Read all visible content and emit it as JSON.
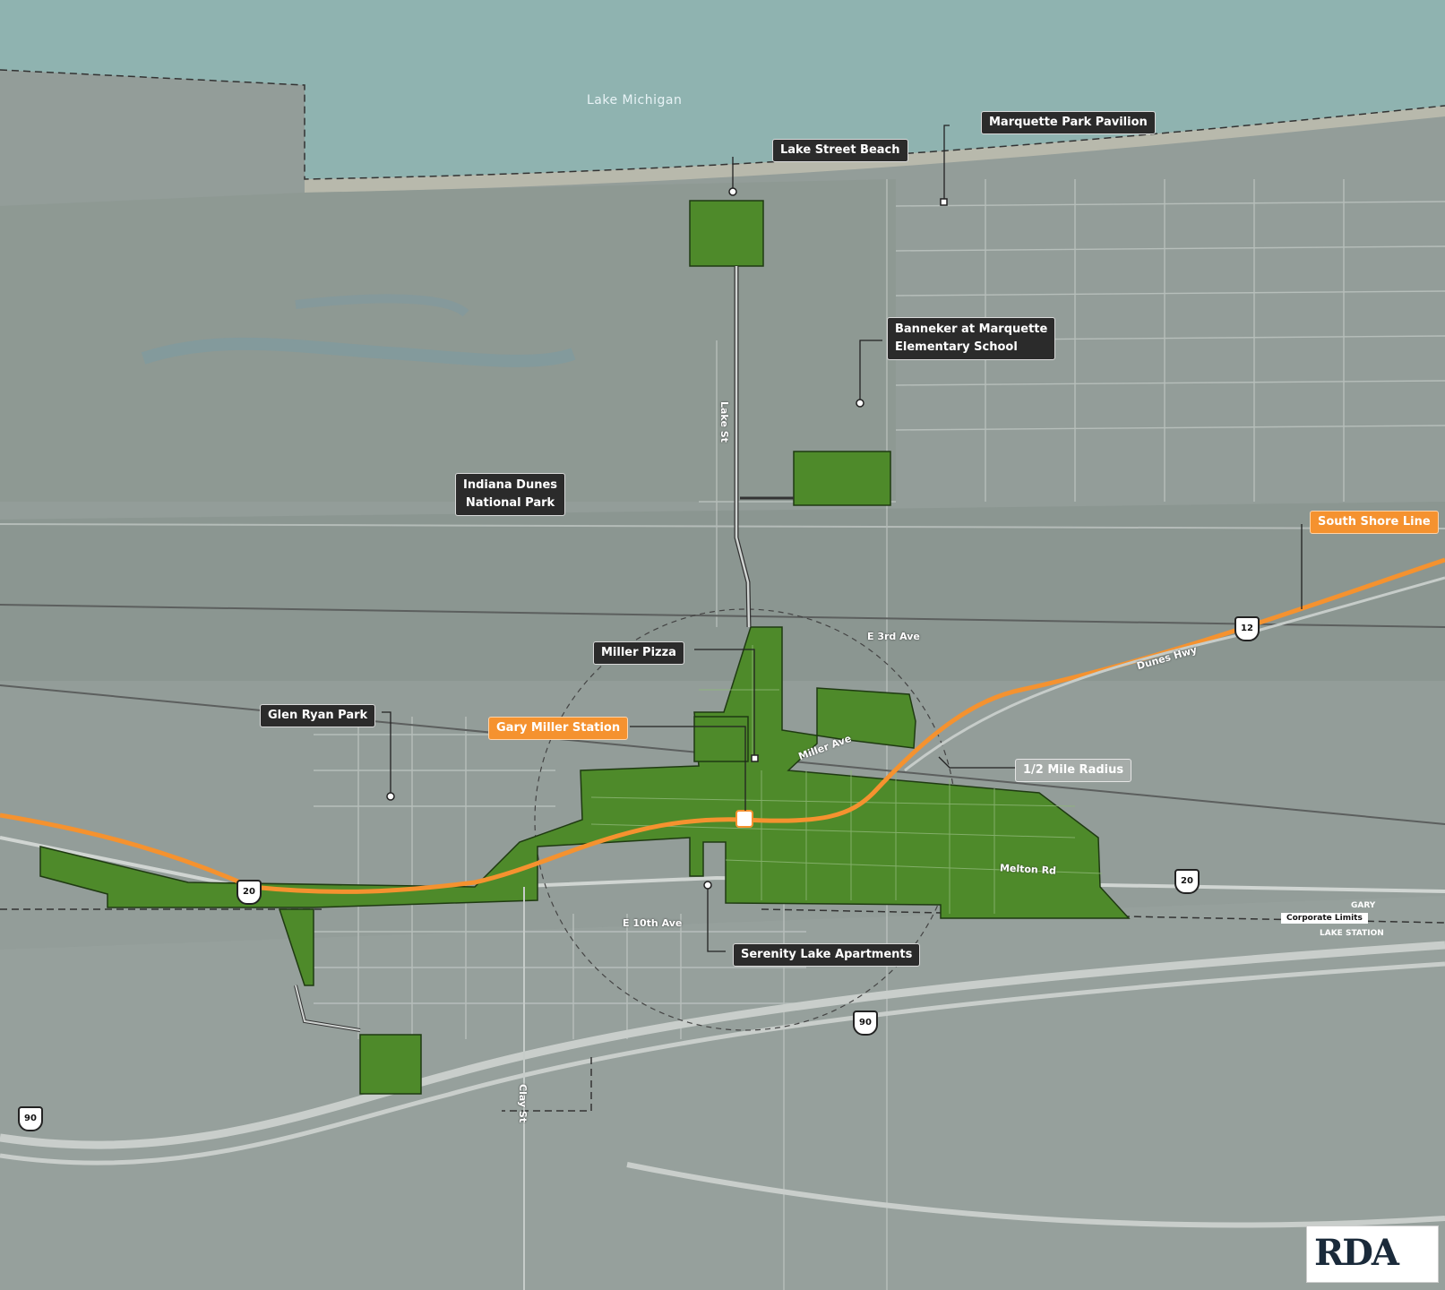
{
  "map": {
    "water_label": "Lake Michigan",
    "callouts": {
      "marquette_pavilion": "Marquette Park Pavilion",
      "lake_street_beach": "Lake Street Beach",
      "banneker_school": "Banneker at Marquette\nElementary School",
      "indiana_dunes": "Indiana Dunes\nNational Park",
      "south_shore_line": "South Shore Line",
      "miller_pizza": "Miller Pizza",
      "glen_ryan_park": "Glen Ryan Park",
      "gary_miller_station": "Gary Miller Station",
      "half_mile_radius": "1/2 Mile Radius",
      "serenity_lake": "Serenity Lake Apartments"
    },
    "streets": {
      "lake_st": "Lake St",
      "e_3rd_ave": "E 3rd Ave",
      "dunes_hwy": "Dunes Hwy",
      "miller_ave": "Miller Ave",
      "melton_rd": "Melton Rd",
      "e_10th_ave": "E 10th Ave",
      "clay_st": "Clay St"
    },
    "shields": {
      "us12": "12",
      "us20_west": "20",
      "us20_east": "20",
      "i90_center": "90",
      "i90_west": "90"
    },
    "corporate_limits": {
      "city": "GARY",
      "label": "Corporate Limits",
      "station": "LAKE STATION"
    },
    "logo": "RDA",
    "colors": {
      "tod_area": "#4e8a2a",
      "rail_line": "#f5922f",
      "callout_dark": "#2b2b2b",
      "water": "#8fb3b0"
    }
  }
}
